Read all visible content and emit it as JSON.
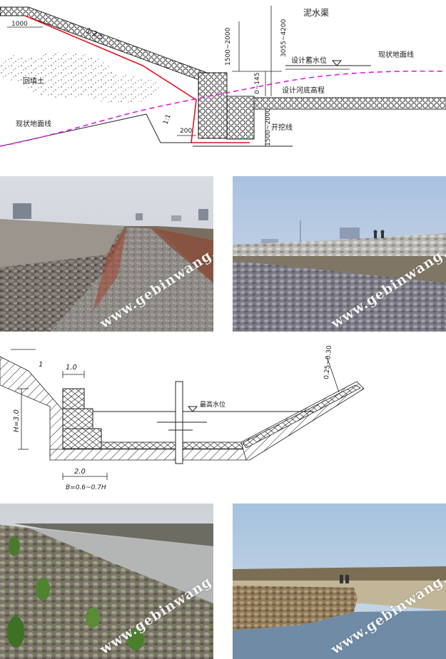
{
  "diagram_top": {
    "canal_title": "泥水渠",
    "slope_ratio": "1:2.5",
    "berm_width": "1000",
    "backfill_label": "回填土",
    "height_range_1": "1500~2000",
    "height_range_2": "3055~4200",
    "offset_value": "0~145",
    "design_water_level": "设计蓄水位",
    "current_ground_line_right": "现状地面线",
    "design_bed_elevation": "设计河底高程",
    "current_ground_line_left": "现状地面线",
    "toe_slope": "1:1",
    "toe_width": "200",
    "excavation_line": "开挖线",
    "bottom_height_range": "1500~2000"
  },
  "diagram_bottom": {
    "ratio_one": "1",
    "crest_width": "1.0",
    "wall_height": "H=3.0",
    "max_water_level": "最高水位",
    "bank_slope": "0.25~0.30",
    "base_width": "2.0",
    "base_formula": "B=0.6~0.7H"
  },
  "watermark": "www.gebinwang.com",
  "colors": {
    "red_line": "#e0141b",
    "magenta_dash": "#e01ce0",
    "ink": "#1a1a1a"
  },
  "photos": [
    {
      "name": "gabion-wall-construction",
      "description_tag": "stone gabion embankment under construction"
    },
    {
      "name": "gabion-channel-slope",
      "description_tag": "gabion lined dry channel"
    },
    {
      "name": "river-with-vegetation",
      "description_tag": "gabion revetment with grass along river"
    },
    {
      "name": "river-bend-gabion",
      "description_tag": "gabion retaining wall at river bend"
    }
  ]
}
